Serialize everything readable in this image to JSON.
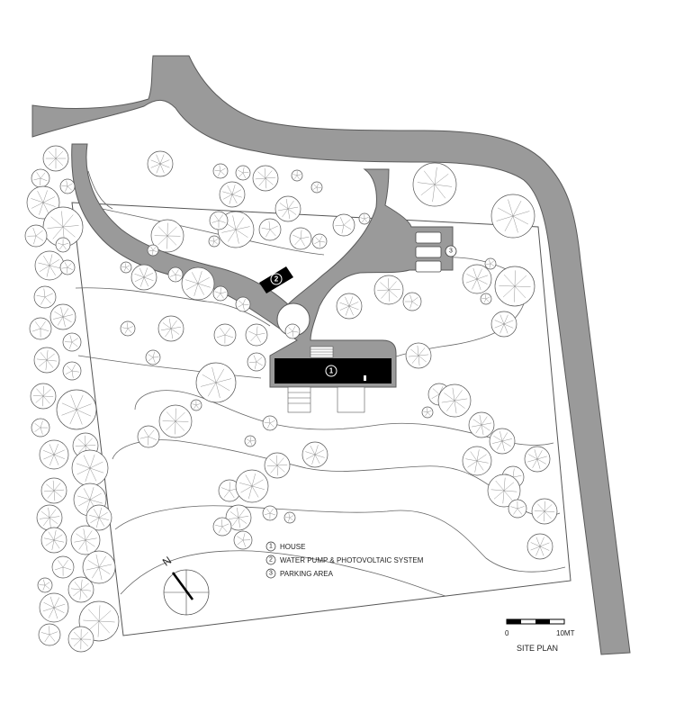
{
  "legend": [
    {
      "num": "1",
      "label": "HOUSE"
    },
    {
      "num": "2",
      "label": "WATER PUMP & PHOTOVOLTAIC  SYSTEM"
    },
    {
      "num": "3",
      "label": "PARKING AREA"
    }
  ],
  "markers": {
    "house": "1",
    "pump": "2",
    "parking": "3"
  },
  "scale": {
    "start": "0",
    "end": "10MT"
  },
  "title": "SITE PLAN",
  "north": {
    "label": "N",
    "icon": "north-arrow-icon"
  },
  "colors": {
    "road": "#9a9a9a",
    "road_stroke": "#5a5a5a",
    "building": "#000000",
    "line": "#555555"
  }
}
